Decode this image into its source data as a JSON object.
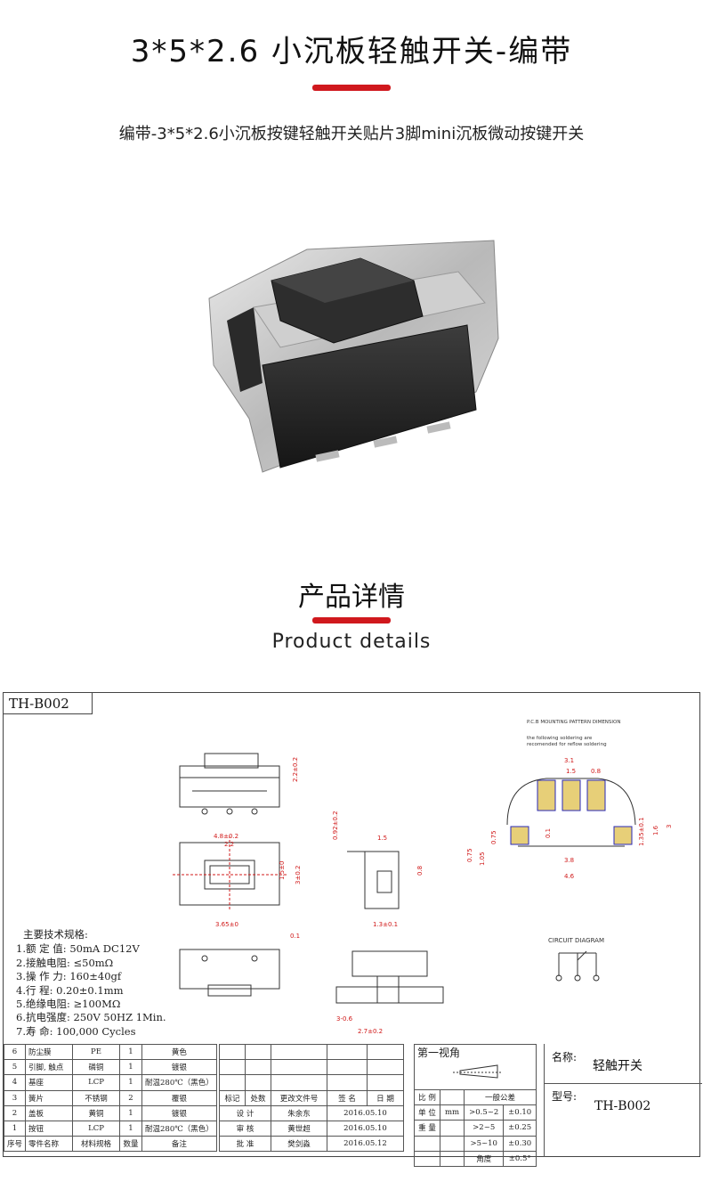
{
  "header": {
    "title": "3*5*2.6 小沉板轻触开关-编带",
    "subtitle": "编带-3*5*2.6小沉板按键轻触开关贴片3脚mini沉板微动按键开关"
  },
  "section": {
    "title": "产品详情",
    "subtitle": "Product details"
  },
  "colors": {
    "accent": "#d0181d",
    "pad_fill": "#e7cf78",
    "pad_stroke": "#2a2ab8",
    "dim_red": "#d01818"
  },
  "drawing": {
    "model_label": "TH-B002",
    "pcb": {
      "title": "P.C.B MOUNTING PATTERN DIMENSION",
      "note1": "the following soldering are",
      "note2": "recomended for reflow soldering"
    },
    "circuit_label": "CIRCUIT DIAGRAM",
    "dims": {
      "d_4_8": "4.8±0.2",
      "d_2_2": "2.2",
      "d_2_2_02": "2.2±0.2",
      "d_3_02": "3±0.2",
      "d_1_5": "1.5±0",
      "d_3_65": "3.65±0",
      "d_0_92": "0.92±0.2",
      "d_1_5b": "1.5",
      "d_0_8": "0.8",
      "d_1_3": "1.3±0.1",
      "d_0_1": "0.1",
      "d_2_7": "2.7±0.2",
      "d_0_6": "3-0.6",
      "p_3_1": "3.1",
      "p_1_5": "1.5",
      "p_0_8": "0.8",
      "p_0_75a": "0.75",
      "p_0_1": "0.1",
      "p_1_35": "1.35±0.1",
      "p_1_6": "1.6",
      "p_3": "3",
      "p_0_75b": "0.75",
      "p_1_05": "1.05",
      "p_3_8": "3.8",
      "p_4_6": "4.6"
    },
    "specs": {
      "heading": "主要技术规格:",
      "lines": [
        "1.额 定 值: 50mA DC12V",
        "2.接触电阻: ≤50mΩ",
        "3.操 作 力: 160±40gf",
        "4.行    程: 0.20±0.1mm",
        "5.绝缘电阻: ≥100MΩ",
        "6.抗电强度: 250V 50HZ 1Min.",
        "7.寿    命: 100,000 Cycles"
      ]
    },
    "bom": {
      "rows": [
        [
          "6",
          "防尘膜",
          "PE",
          "1",
          "黄色"
        ],
        [
          "5",
          "引脚, 触点",
          "磷铜",
          "1",
          "镀银"
        ],
        [
          "4",
          "基座",
          "LCP",
          "1",
          "耐温280℃（黑色）"
        ],
        [
          "3",
          "簧片",
          "不锈钢",
          "2",
          "覆银"
        ],
        [
          "2",
          "盖板",
          "黄铜",
          "1",
          "镀银"
        ],
        [
          "1",
          "按钮",
          "LCP",
          "1",
          "耐温280℃（黑色）"
        ]
      ],
      "header": [
        "序号",
        "零件名称",
        "材料规格",
        "数量",
        "备注"
      ]
    },
    "revision": {
      "header": [
        "标记",
        "处数",
        "更改文件号",
        "签 名",
        "日 期"
      ],
      "design_label": "设 计",
      "design_name": "朱余东",
      "design_date": "2016.05.10",
      "check_label": "审 核",
      "check_name": "黄世超",
      "check_date": "2016.05.10",
      "approve_label": "批 准",
      "approve_name": "樊剑淼",
      "approve_date": "2016.05.12"
    },
    "scale": {
      "label": "比 例",
      "unit_label": "单 位",
      "unit_value": "mm",
      "weight_label": "重 量"
    },
    "projection_label": "第一视角",
    "tolerance": {
      "title": "一般公差",
      "rows": [
        [
          ">0.5~2",
          "±0.10"
        ],
        [
          ">2~5",
          "±0.25"
        ],
        [
          ">5~10",
          "±0.30"
        ],
        [
          "角度",
          "±0.5°"
        ]
      ]
    },
    "name_label": "名称:",
    "name_value": "轻触开关",
    "type_label": "型号:",
    "type_value": "TH-B002"
  }
}
